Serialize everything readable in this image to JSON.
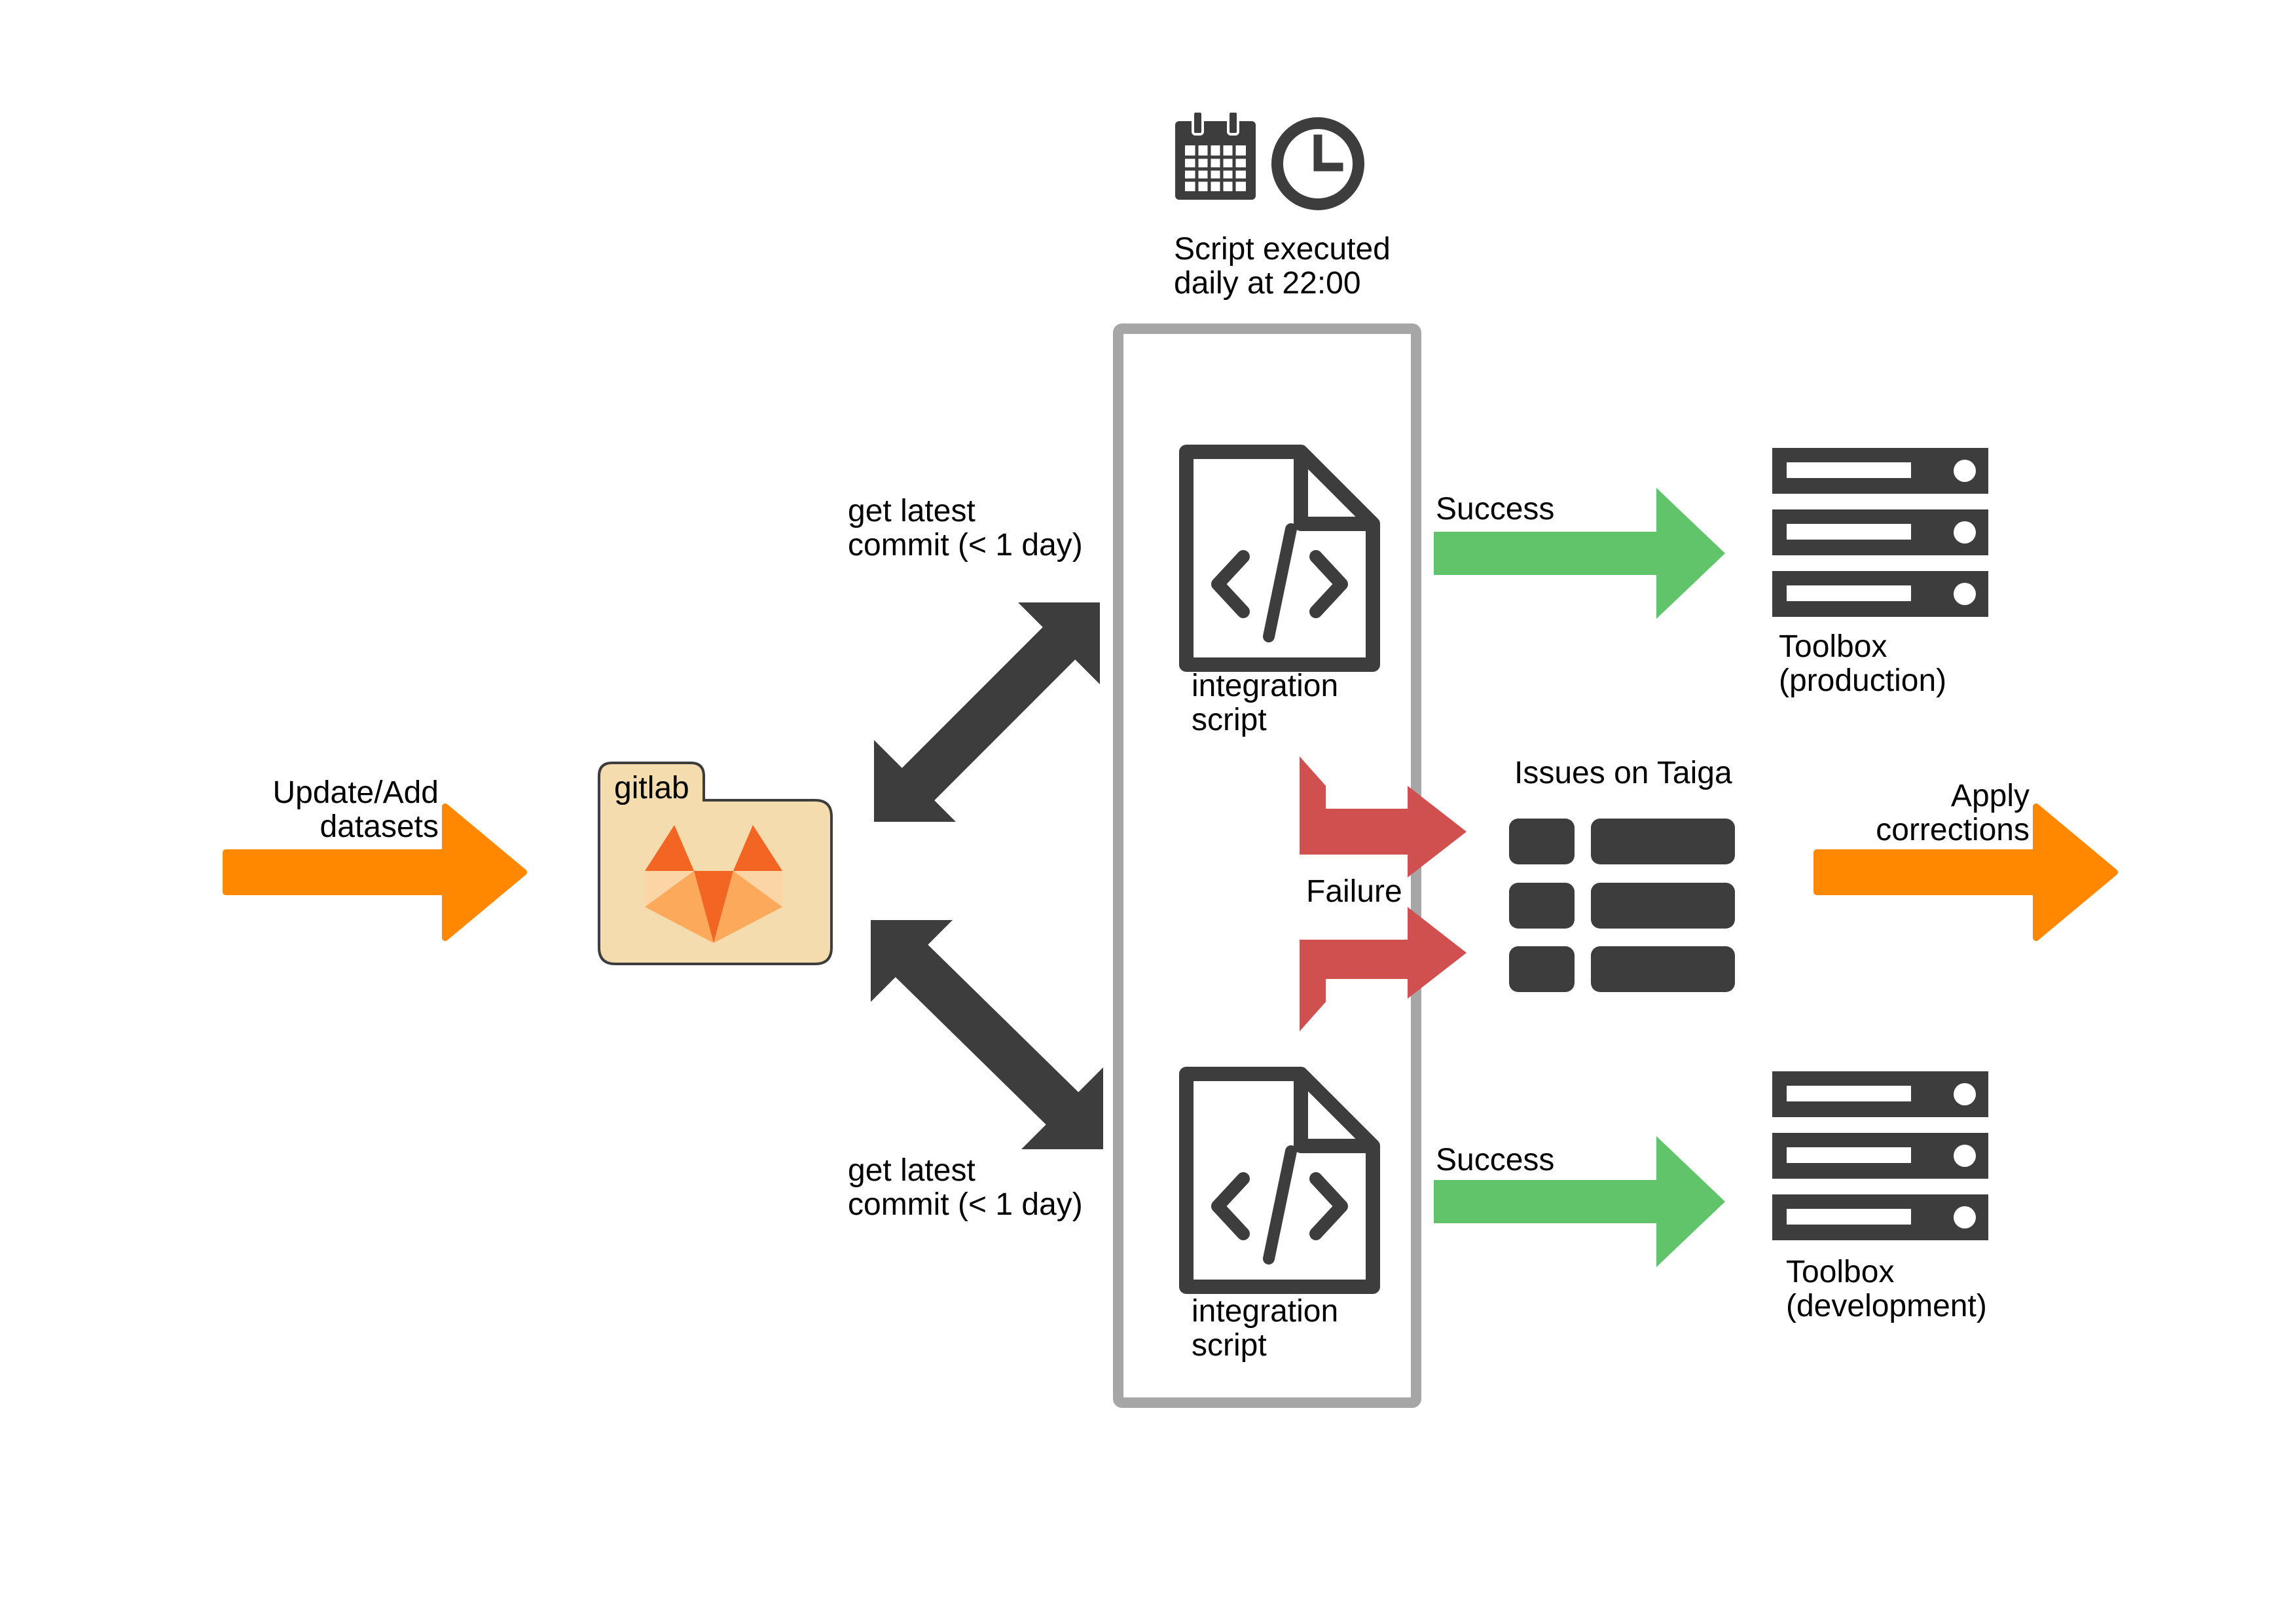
{
  "colors": {
    "orange": "#ff8800",
    "green": "#62c46a",
    "red": "#d05050",
    "dark": "#3d3d3d",
    "box_border": "#a6a6a6",
    "folder_fill": "#f4dcaf",
    "folder_stroke": "#3d3d3d",
    "logo_dark": "#f26522",
    "logo_mid": "#fc7c1a",
    "logo_light": "#fca95b",
    "logo_pale": "#fbd5a5"
  },
  "icons": {
    "schedule": [
      "calendar-icon",
      "clock-icon"
    ],
    "script": "code-file-icon",
    "server": "server-rack-icon",
    "issues": "list-icon",
    "repo": "gitlab-folder-icon"
  },
  "labels": {
    "update_add": "Update/Add\ndatasets",
    "gitlab": "gitlab",
    "commit_top": "get latest\ncommit (< 1 day)",
    "commit_bottom": "get latest\ncommit (< 1 day)",
    "schedule": "Script executed\ndaily at 22:00",
    "script_top": "integration\nscript",
    "script_bottom": "integration\nscript",
    "success_top": "Success",
    "success_bottom": "Success",
    "failure": "Failure",
    "issues": "Issues on Taiga",
    "toolbox_prod": "Toolbox\n(production)",
    "toolbox_dev": "Toolbox\n(development)",
    "apply": "Apply\ncorrections"
  }
}
